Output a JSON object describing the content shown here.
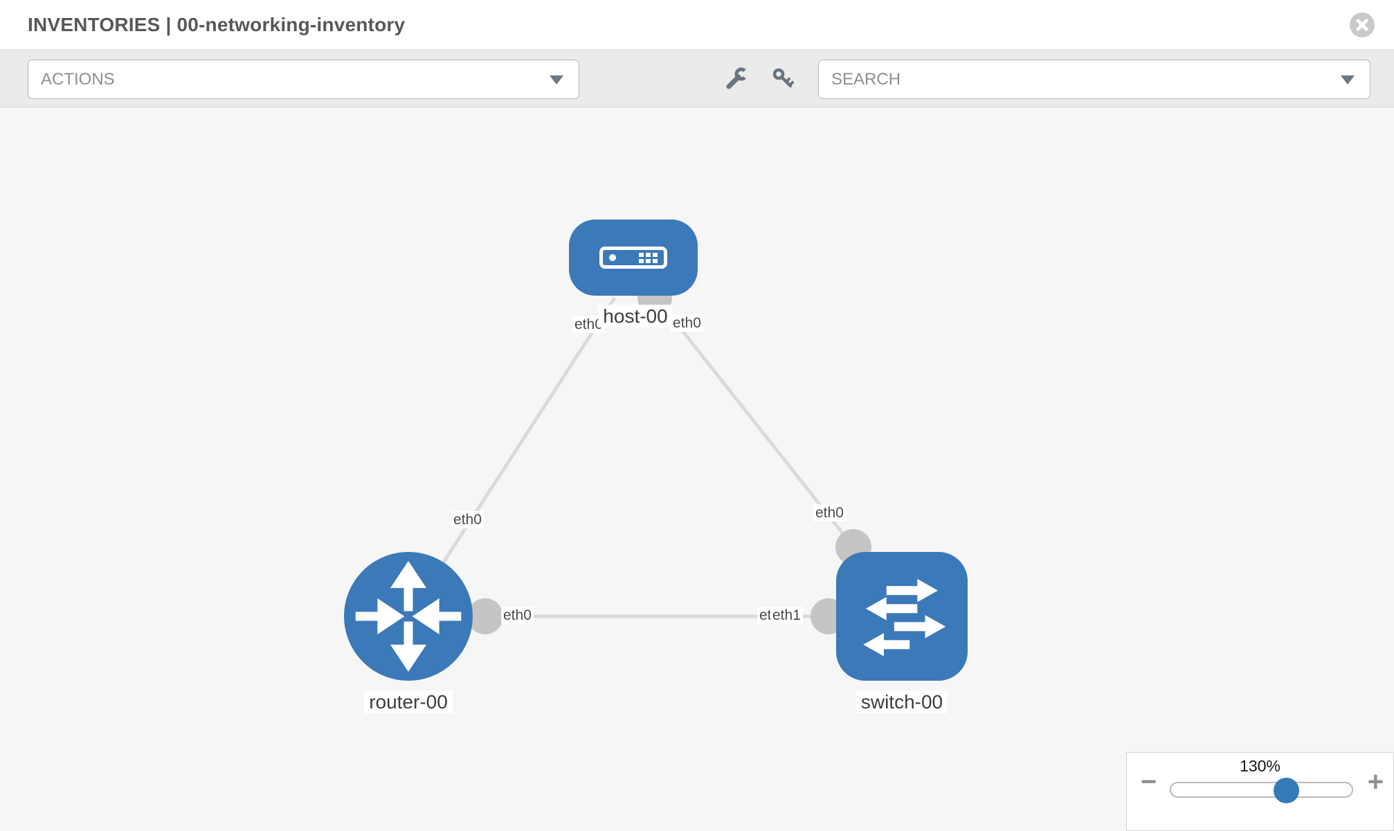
{
  "header": {
    "title": "INVENTORIES | 00-networking-inventory"
  },
  "toolbar": {
    "actions": "ACTIONS",
    "search": "SEARCH",
    "icons": [
      "wrench-icon",
      "key-icon"
    ]
  },
  "diagram": {
    "nodes": [
      {
        "name": "host-00",
        "type": "host",
        "shape": "rounded-rect",
        "icon": "server"
      },
      {
        "name": "router-00",
        "type": "router",
        "shape": "circle",
        "icon": "router-arrows"
      },
      {
        "name": "switch-00",
        "type": "switch",
        "shape": "rounded-square",
        "icon": "switch-arrows"
      }
    ],
    "links": [
      {
        "source": "router-00",
        "source_interface": "eth0",
        "target": "host-00",
        "target_interface": "eth0"
      },
      {
        "source": "switch-00",
        "source_interface": "eth0",
        "target": "host-00",
        "target_interface": "eth0"
      },
      {
        "source": "router-00",
        "source_interface": "eth0",
        "target": "switch-00",
        "target_interface": "eth1"
      }
    ],
    "labels": {
      "host": "host-00",
      "router": "router-00",
      "switch": "switch-00",
      "l1_router": "eth0",
      "l1_host": "eth0",
      "l2_host": "eth0",
      "l2_switch": "eth0",
      "l3_router": "eth0",
      "l3_switch_hidden": "eth0",
      "l3_switch": "eth1"
    },
    "colors": {
      "node_blue": "#3b79b8",
      "link_gray": "#dadada",
      "interface_gray": "#c5c5c5"
    }
  },
  "zoom": {
    "level": "130%",
    "minus": "−",
    "plus": "+"
  }
}
